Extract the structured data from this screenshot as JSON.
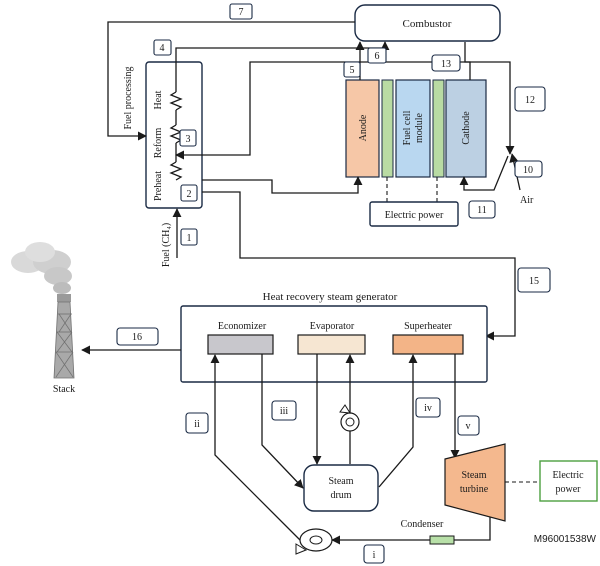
{
  "labels": {
    "combustor": "Combustor",
    "fuel_processing": "Fuel processing",
    "heat": "Heat",
    "reform": "Reform",
    "preheat": "Preheat",
    "fuel": "Fuel (CH₄)",
    "anode": "Anode",
    "fuel_cell_module_1": "Fuel cell",
    "fuel_cell_module_2": "module",
    "cathode": "Cathode",
    "electric_power_fc": "Electric power",
    "air": "Air",
    "hrsg": "Heat recovery steam generator",
    "economizer": "Economizer",
    "evaporator": "Evaporator",
    "superheater": "Superheater",
    "stack": "Stack",
    "steam_drum_1": "Steam",
    "steam_drum_2": "drum",
    "steam_turbine_1": "Steam",
    "steam_turbine_2": "turbine",
    "electric_power_out_1": "Electric",
    "electric_power_out_2": "power",
    "condenser": "Condenser",
    "figure_code": "M96001538W"
  },
  "streams": {
    "s1": "1",
    "s2": "2",
    "s3": "3",
    "s4": "4",
    "s5": "5",
    "s6": "6",
    "s7": "7",
    "s10": "10",
    "s11": "11",
    "s12": "12",
    "s13": "13",
    "s15": "15",
    "s16": "16",
    "si": "i",
    "sii": "ii",
    "siii": "iii",
    "siv": "iv",
    "sv": "v"
  },
  "colors": {
    "anode": "#f6c7a7",
    "separator": "#b9dba3",
    "fuel_cell_module": "#b9d7f0",
    "cathode": "#bcd0e3",
    "economizer": "#c8c7cc",
    "evaporator": "#f6e6d2",
    "superheater": "#f3b487",
    "steam_turbine": "#f4b88e",
    "condenser": "#b8e0a8",
    "electric_output_border": "#4ca040"
  }
}
